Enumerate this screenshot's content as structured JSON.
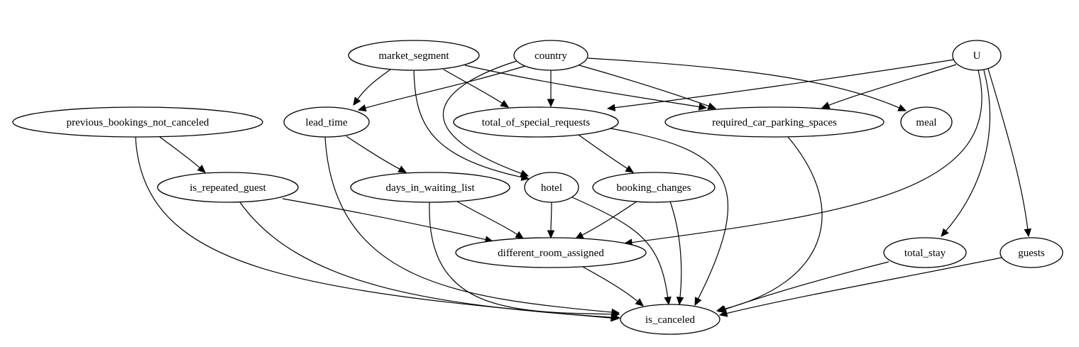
{
  "nodes": [
    {
      "id": "market_segment",
      "label": "market_segment"
    },
    {
      "id": "country",
      "label": "country"
    },
    {
      "id": "U",
      "label": "U"
    },
    {
      "id": "previous_bookings_not_canceled",
      "label": "previous_bookings_not_canceled"
    },
    {
      "id": "lead_time",
      "label": "lead_time"
    },
    {
      "id": "total_of_special_requests",
      "label": "total_of_special_requests"
    },
    {
      "id": "required_car_parking_spaces",
      "label": "required_car_parking_spaces"
    },
    {
      "id": "meal",
      "label": "meal"
    },
    {
      "id": "is_repeated_guest",
      "label": "is_repeated_guest"
    },
    {
      "id": "days_in_waiting_list",
      "label": "days_in_waiting_list"
    },
    {
      "id": "hotel",
      "label": "hotel"
    },
    {
      "id": "booking_changes",
      "label": "booking_changes"
    },
    {
      "id": "different_room_assigned",
      "label": "different_room_assigned"
    },
    {
      "id": "total_stay",
      "label": "total_stay"
    },
    {
      "id": "guests",
      "label": "guests"
    },
    {
      "id": "is_canceled",
      "label": "is_canceled"
    }
  ],
  "edges": [
    {
      "from": "market_segment",
      "to": "lead_time"
    },
    {
      "from": "market_segment",
      "to": "total_of_special_requests"
    },
    {
      "from": "market_segment",
      "to": "required_car_parking_spaces"
    },
    {
      "from": "market_segment",
      "to": "hotel"
    },
    {
      "from": "country",
      "to": "lead_time"
    },
    {
      "from": "country",
      "to": "total_of_special_requests"
    },
    {
      "from": "country",
      "to": "required_car_parking_spaces"
    },
    {
      "from": "country",
      "to": "meal"
    },
    {
      "from": "country",
      "to": "hotel"
    },
    {
      "from": "U",
      "to": "total_of_special_requests"
    },
    {
      "from": "U",
      "to": "required_car_parking_spaces"
    },
    {
      "from": "U",
      "to": "different_room_assigned"
    },
    {
      "from": "U",
      "to": "total_stay"
    },
    {
      "from": "U",
      "to": "guests"
    },
    {
      "from": "previous_bookings_not_canceled",
      "to": "is_repeated_guest"
    },
    {
      "from": "previous_bookings_not_canceled",
      "to": "is_canceled"
    },
    {
      "from": "lead_time",
      "to": "days_in_waiting_list"
    },
    {
      "from": "lead_time",
      "to": "is_canceled"
    },
    {
      "from": "total_of_special_requests",
      "to": "booking_changes"
    },
    {
      "from": "total_of_special_requests",
      "to": "is_canceled"
    },
    {
      "from": "required_car_parking_spaces",
      "to": "is_canceled"
    },
    {
      "from": "is_repeated_guest",
      "to": "different_room_assigned"
    },
    {
      "from": "is_repeated_guest",
      "to": "is_canceled"
    },
    {
      "from": "days_in_waiting_list",
      "to": "different_room_assigned"
    },
    {
      "from": "days_in_waiting_list",
      "to": "is_canceled"
    },
    {
      "from": "hotel",
      "to": "different_room_assigned"
    },
    {
      "from": "hotel",
      "to": "is_canceled"
    },
    {
      "from": "booking_changes",
      "to": "different_room_assigned"
    },
    {
      "from": "booking_changes",
      "to": "is_canceled"
    },
    {
      "from": "different_room_assigned",
      "to": "is_canceled"
    },
    {
      "from": "total_stay",
      "to": "is_canceled"
    },
    {
      "from": "guests",
      "to": "is_canceled"
    }
  ]
}
